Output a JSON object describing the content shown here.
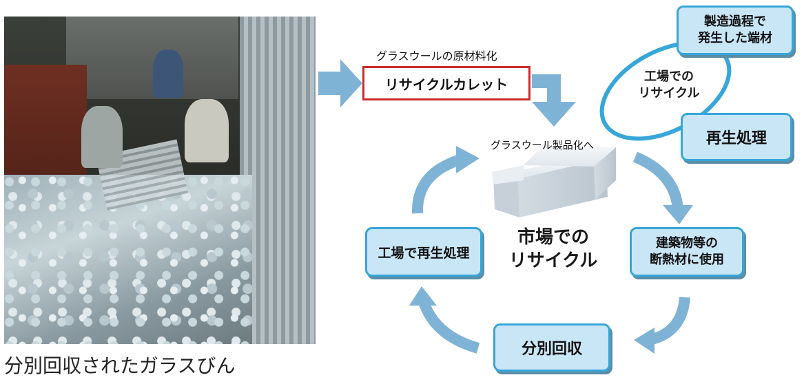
{
  "photo": {
    "caption": "分別回収されたガラスびん"
  },
  "top": {
    "raw_material_label": "グラスウールの原材料化",
    "cullet_label": "リサイクルカレット",
    "product_label": "グラスウール製品化へ"
  },
  "factory_loop": {
    "label_line1": "工場での",
    "label_line2": "リサイクル",
    "offcuts_line1": "製造過程で",
    "offcuts_line2": "発生した端材",
    "reprocess": "再生処理"
  },
  "market_loop": {
    "center_line1": "市場での",
    "center_line2": "リサイクル",
    "use_line1": "建築物等の",
    "use_line2": "断熱材に使用",
    "collect": "分別回収",
    "factory_reprocess": "工場で再生処理"
  },
  "colors": {
    "node_fill": "#c9e6f6",
    "node_border": "#37a6d8",
    "arrow": "#7fb3d6",
    "cullet_border": "#cc2b2b"
  }
}
